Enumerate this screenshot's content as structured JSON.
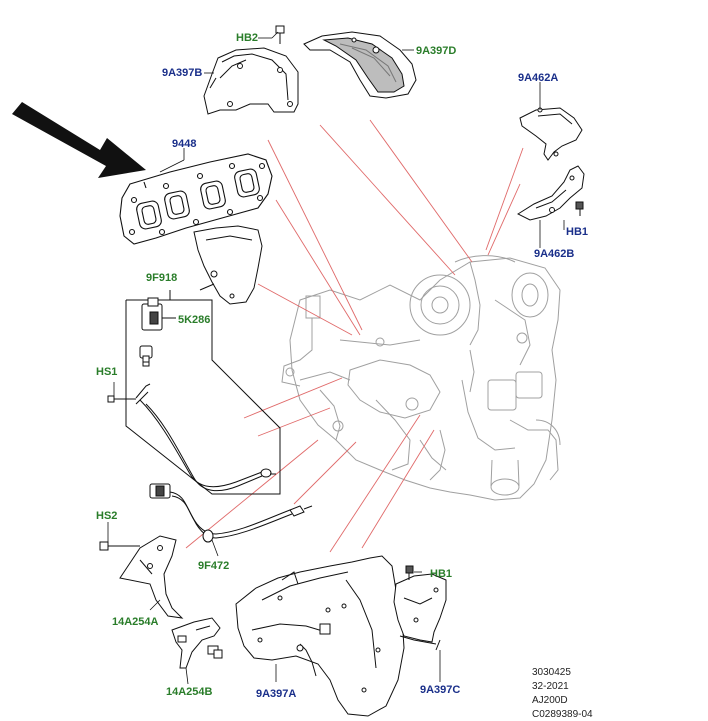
{
  "colors": {
    "part_label_blue": "#1a2f8a",
    "fastener_label_green": "#2a7d2a",
    "leader_red": "#e06a6a",
    "line_art": "#111111",
    "ghost_engine": "#a0a0a0"
  },
  "labels": {
    "hb2_top": "HB2",
    "l_9a397b": "9A397B",
    "l_9a397d": "9A397D",
    "l_9a462a": "9A462A",
    "l_9448": "9448",
    "hb1_right": "HB1",
    "l_9a462b": "9A462B",
    "l_9f918": "9F918",
    "l_5k286": "5K286",
    "hs1": "HS1",
    "hs2": "HS2",
    "l_9f472": "9F472",
    "hb1_bottom": "HB1",
    "l_14a254a": "14A254A",
    "l_14a254b": "14A254B",
    "l_9a397a": "9A397A",
    "l_9a397c": "9A397C"
  },
  "footer": {
    "line1": "3030425",
    "line2": "32-2021",
    "line3": "AJ200D",
    "line4": "C0289389-04"
  }
}
